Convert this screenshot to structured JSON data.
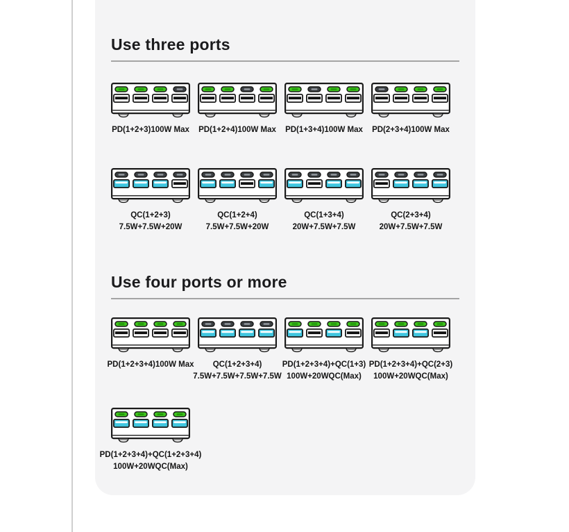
{
  "colors": {
    "card_bg": "#f4f4f5",
    "divider": "#cfcfcf",
    "heading_text": "#1b1b1d",
    "label_text": "#141414",
    "rule": "#a4a4a4",
    "outline": "#1a1a1a",
    "device_fill": "#ffffff",
    "led_on": "#3fc31e",
    "led_on_slot": "#1f9408",
    "led_off": "#3c4043",
    "led_off_slot": "#9aa0a6",
    "usb_fast": "#40c6df",
    "usb_fast_slot": "#ffffff",
    "usb_plain": "#ffffff",
    "usb_tongue": "#101010"
  },
  "sections": [
    {
      "title": "Use three ports",
      "rows": [
        {
          "devices": [
            {
              "label_lines": [
                "PD(1+2+3)100W Max"
              ],
              "leds": [
                "on",
                "on",
                "on",
                "off"
              ],
              "usb": [
                "plain",
                "plain",
                "plain",
                "plain"
              ]
            },
            {
              "label_lines": [
                "PD(1+2+4)100W Max"
              ],
              "leds": [
                "on",
                "on",
                "off",
                "on"
              ],
              "usb": [
                "plain",
                "plain",
                "plain",
                "plain"
              ]
            },
            {
              "label_lines": [
                "PD(1+3+4)100W Max"
              ],
              "leds": [
                "on",
                "off",
                "on",
                "on"
              ],
              "usb": [
                "plain",
                "plain",
                "plain",
                "plain"
              ]
            },
            {
              "label_lines": [
                "PD(2+3+4)100W Max"
              ],
              "leds": [
                "off",
                "on",
                "on",
                "on"
              ],
              "usb": [
                "plain",
                "plain",
                "plain",
                "plain"
              ]
            }
          ]
        },
        {
          "devices": [
            {
              "label_lines": [
                "QC(1+2+3)",
                "7.5W+7.5W+20W"
              ],
              "leds": [
                "off",
                "off",
                "off",
                "off"
              ],
              "usb": [
                "qc",
                "qc",
                "qc",
                "plain"
              ]
            },
            {
              "label_lines": [
                "QC(1+2+4)",
                "7.5W+7.5W+20W"
              ],
              "leds": [
                "off",
                "off",
                "off",
                "off"
              ],
              "usb": [
                "qc",
                "qc",
                "plain",
                "qc"
              ]
            },
            {
              "label_lines": [
                "QC(1+3+4)",
                "20W+7.5W+7.5W"
              ],
              "leds": [
                "off",
                "off",
                "off",
                "off"
              ],
              "usb": [
                "qc",
                "plain",
                "qc",
                "qc"
              ]
            },
            {
              "label_lines": [
                "QC(2+3+4)",
                "20W+7.5W+7.5W"
              ],
              "leds": [
                "off",
                "off",
                "off",
                "off"
              ],
              "usb": [
                "plain",
                "qc",
                "qc",
                "qc"
              ]
            }
          ]
        }
      ]
    },
    {
      "title": "Use four ports or more",
      "rows": [
        {
          "devices": [
            {
              "label_lines": [
                "PD(1+2+3+4)100W Max"
              ],
              "leds": [
                "on",
                "on",
                "on",
                "on"
              ],
              "usb": [
                "plain",
                "plain",
                "plain",
                "plain"
              ]
            },
            {
              "label_lines": [
                "QC(1+2+3+4)",
                "7.5W+7.5W+7.5W+7.5W"
              ],
              "leds": [
                "off",
                "off",
                "off",
                "off"
              ],
              "usb": [
                "qc",
                "qc",
                "qc",
                "qc"
              ]
            },
            {
              "label_lines": [
                "PD(1+2+3+4)+QC(1+3)",
                "100W+20WQC(Max)"
              ],
              "leds": [
                "on",
                "on",
                "on",
                "on"
              ],
              "usb": [
                "qc",
                "plain",
                "qc",
                "plain"
              ]
            },
            {
              "label_lines": [
                "PD(1+2+3+4)+QC(2+3)",
                "100W+20WQC(Max)"
              ],
              "leds": [
                "on",
                "on",
                "on",
                "on"
              ],
              "usb": [
                "plain",
                "qc",
                "qc",
                "plain"
              ]
            }
          ]
        },
        {
          "devices": [
            {
              "label_lines": [
                "PD(1+2+3+4)+QC(1+2+3+4)",
                "100W+20WQC(Max)"
              ],
              "leds": [
                "on",
                "on",
                "on",
                "on"
              ],
              "usb": [
                "qc",
                "qc",
                "qc",
                "qc"
              ]
            }
          ]
        }
      ]
    }
  ]
}
